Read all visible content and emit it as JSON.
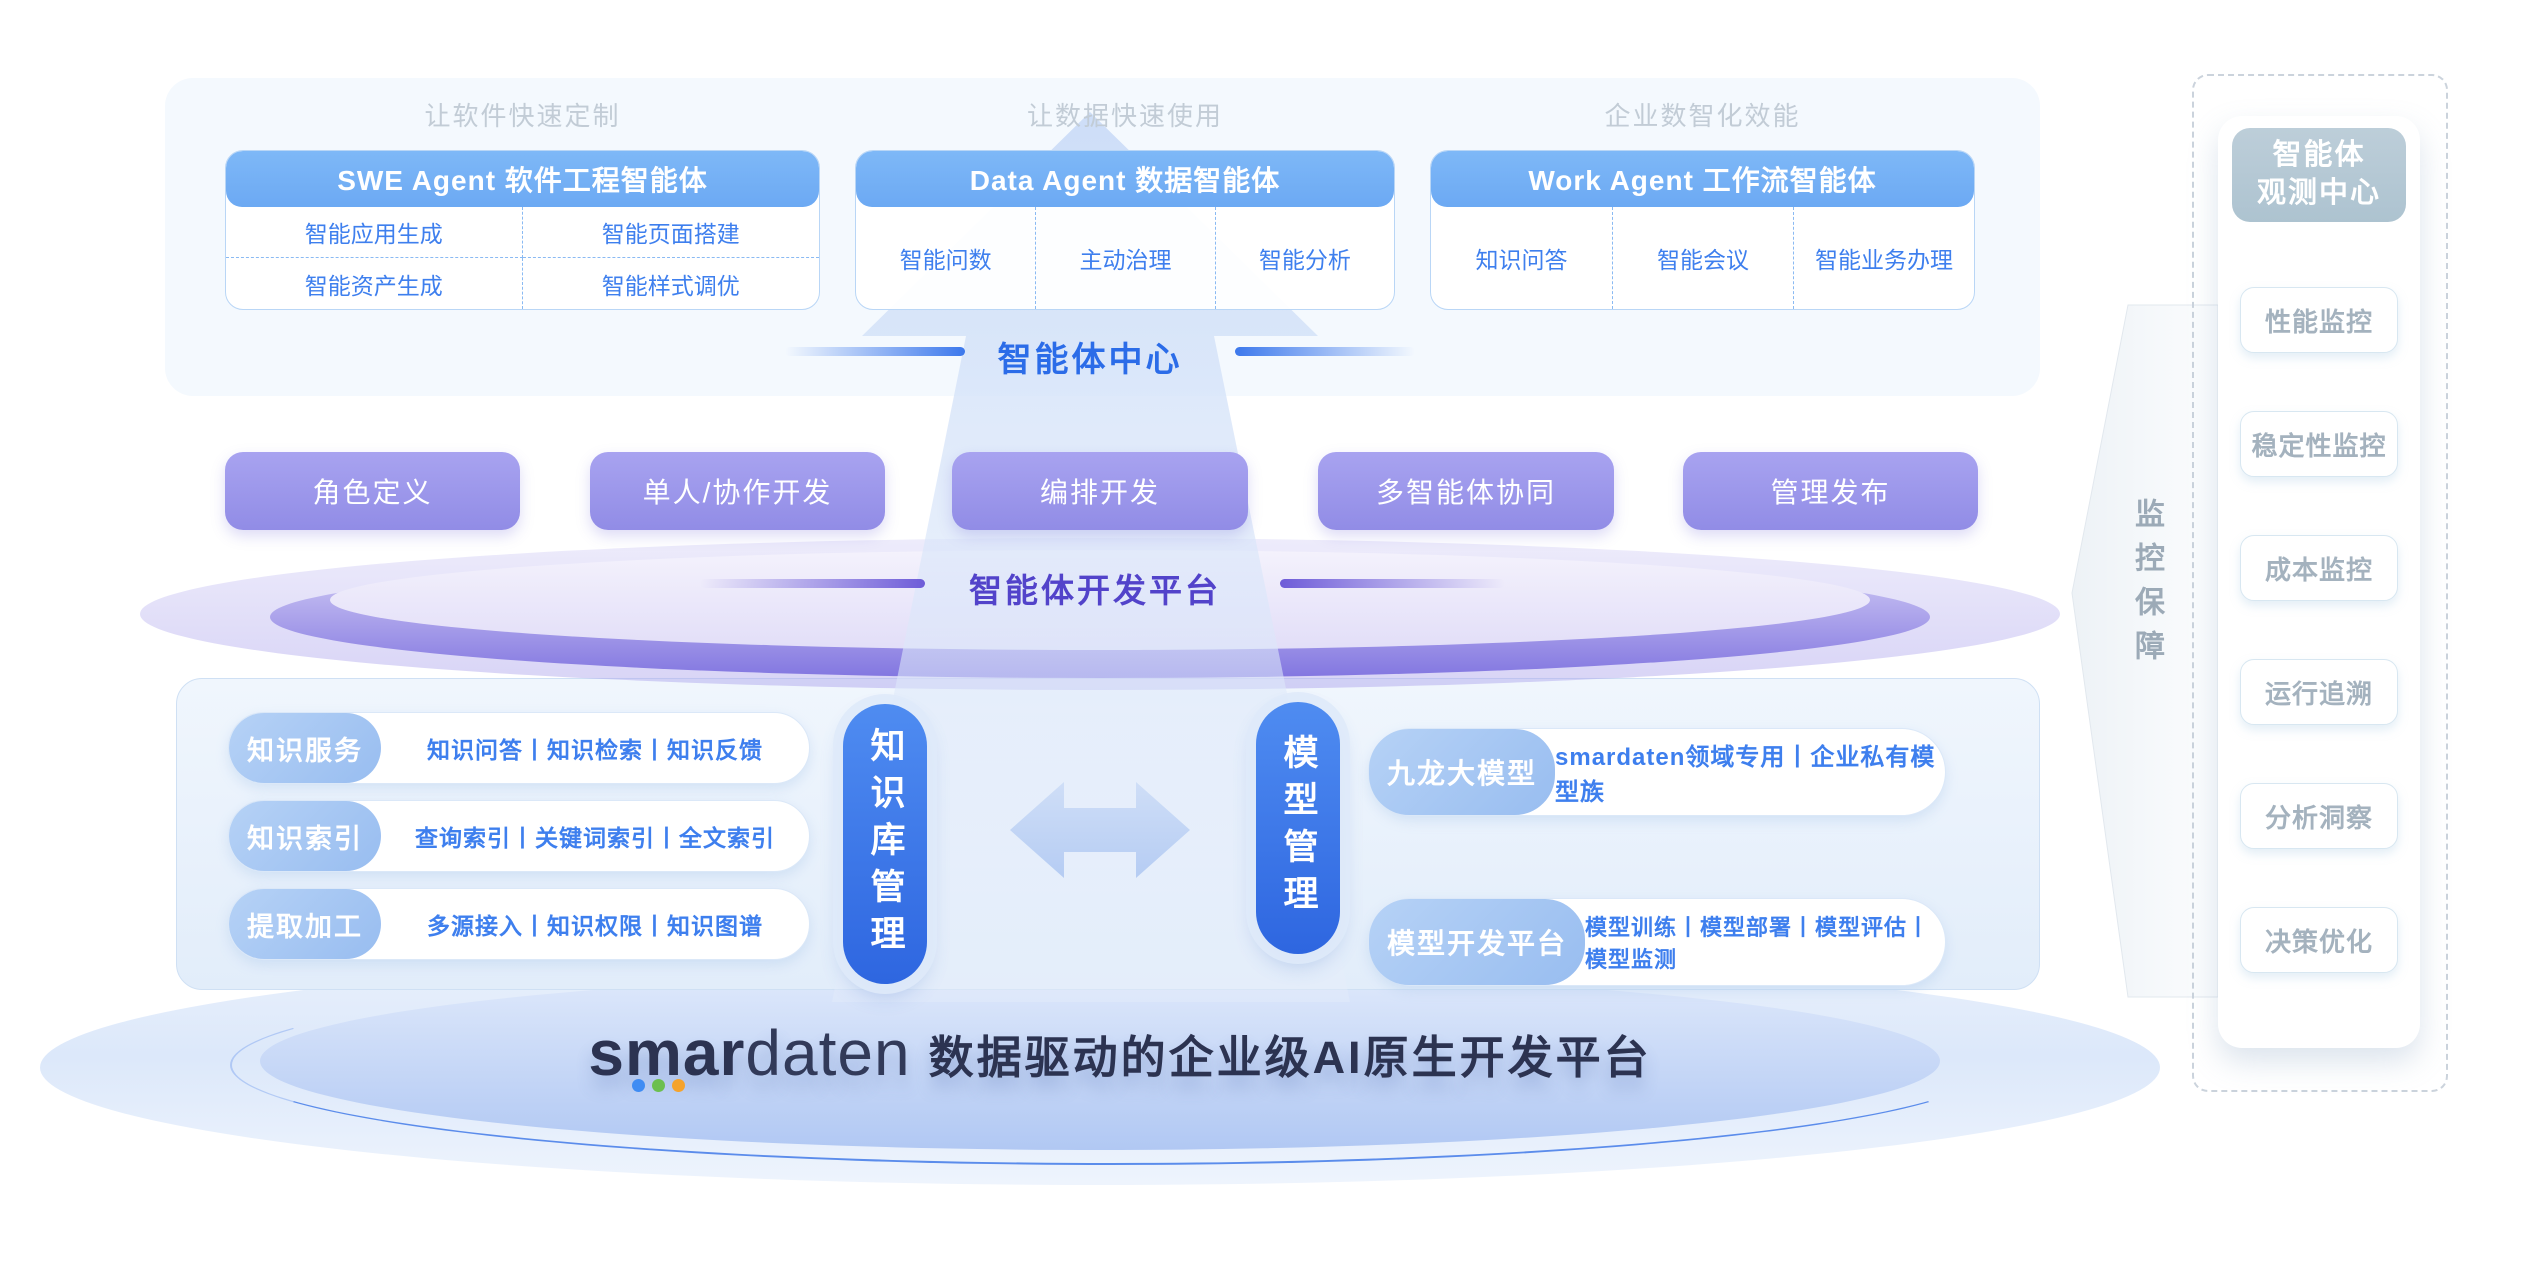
{
  "top_section": {
    "center_label": "智能体中心",
    "columns": [
      {
        "caption": "让软件快速定制",
        "header": "SWE Agent 软件工程智能体",
        "items": [
          "智能应用生成",
          "智能页面搭建",
          "智能资产生成",
          "智能样式调优"
        ]
      },
      {
        "caption": "让数据快速使用",
        "header": "Data Agent 数据智能体",
        "items": [
          "智能问数",
          "主动治理",
          "智能分析"
        ]
      },
      {
        "caption": "企业数智化效能",
        "header": "Work Agent 工作流智能体",
        "items": [
          "知识问答",
          "智能会议",
          "智能业务办理"
        ]
      }
    ]
  },
  "dev_platform": {
    "label": "智能体开发平台",
    "buttons": [
      "角色定义",
      "单人/协作开发",
      "编排开发",
      "多智能体协同",
      "管理发布"
    ]
  },
  "foundation": {
    "knowledge": {
      "vertical_label": "知识库管理",
      "rows": [
        {
          "badge": "知识服务",
          "items": "知识问答丨知识检索丨知识反馈"
        },
        {
          "badge": "知识索引",
          "items": "查询索引丨关键词索引丨全文索引"
        },
        {
          "badge": "提取加工",
          "items": "多源接入丨知识权限丨知识图谱"
        }
      ]
    },
    "model": {
      "vertical_label": "模型管理",
      "rows": [
        {
          "badge": "九龙大模型",
          "items": "smardaten领域专用丨企业私有模型族"
        },
        {
          "badge": "模型开发平台",
          "items": "模型训练丨模型部署丨模型评估丨模型监测"
        }
      ]
    }
  },
  "footer": {
    "logo_bold": "smar",
    "logo_light": "daten",
    "tagline": "数据驱动的企业级AI原生开发平台",
    "dot_colors": [
      "#3f8cf3",
      "#6cbf4f",
      "#f5a32c"
    ]
  },
  "monitoring": {
    "ribbon_label": "监控保障",
    "panel_title": [
      "智能体",
      "观测中心"
    ],
    "items": [
      "性能监控",
      "稳定性监控",
      "成本监控",
      "运行追溯",
      "分析洞察",
      "决策优化"
    ]
  },
  "colors": {
    "agent_header_blue": "#74b2f4",
    "item_text_blue": "#3e7fee",
    "button_purple": "#9b95e9",
    "platform_label_purple": "#5243ca",
    "center_label_blue": "#2b6ce8",
    "vertical_pill_blue": "#3a77ec",
    "badge_light_blue": "#a9c9f2",
    "caption_gray": "#c2ccd6",
    "monitor_text_gray": "#a4b2be",
    "monitor_header_gray": "#b5c8d3",
    "logo_navy": "#2c3351"
  }
}
